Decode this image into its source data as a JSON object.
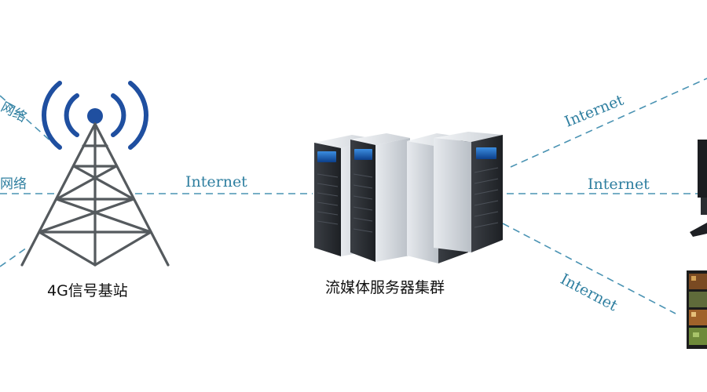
{
  "tower": {
    "caption": "4G信号基站"
  },
  "server_cluster": {
    "caption": "流媒体服务器集群"
  },
  "links": {
    "left_top": "网络",
    "left_mid": "网络",
    "tower_to_servers": "Internet",
    "servers_to_top_right": "Internet",
    "servers_to_right": "Internet",
    "servers_to_bottom_right": "Internet"
  },
  "colors": {
    "link_line": "#4a93b3",
    "link_text": "#2f7fa0",
    "tower_lattice": "#555a5e",
    "signal_wave": "#1f4fa0",
    "server_body": "#2b2e33",
    "server_face": "#dfe3e8"
  }
}
